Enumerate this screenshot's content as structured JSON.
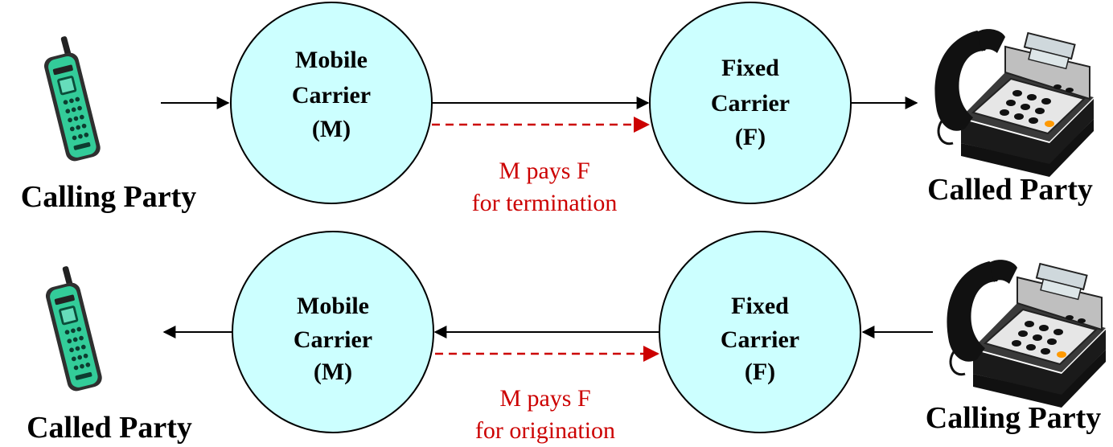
{
  "colors": {
    "carrier_fill": "#ccffff",
    "payment_arrow": "#cc0000",
    "flow_arrow": "#000000",
    "mobile_phone_body": "#33cc99"
  },
  "top_flow": {
    "calling_party_label": "Calling Party",
    "called_party_label": "Called Party",
    "mobile_carrier": {
      "line1": "Mobile",
      "line2": "Carrier",
      "line3": "(M)"
    },
    "fixed_carrier": {
      "line1": "Fixed",
      "line2": "Carrier",
      "line3": "(F)"
    },
    "payment": {
      "line1": "M pays F",
      "line2": "for termination"
    },
    "calling_icon": "mobile-phone-icon",
    "called_icon": "desk-phone-icon"
  },
  "bottom_flow": {
    "called_party_label": "Called Party",
    "calling_party_label": "Calling Party",
    "mobile_carrier": {
      "line1": "Mobile",
      "line2": "Carrier",
      "line3": "(M)"
    },
    "fixed_carrier": {
      "line1": "Fixed",
      "line2": "Carrier",
      "line3": "(F)"
    },
    "payment": {
      "line1": "M pays F",
      "line2": "for origination"
    },
    "called_icon": "mobile-phone-icon",
    "calling_icon": "desk-phone-icon"
  }
}
